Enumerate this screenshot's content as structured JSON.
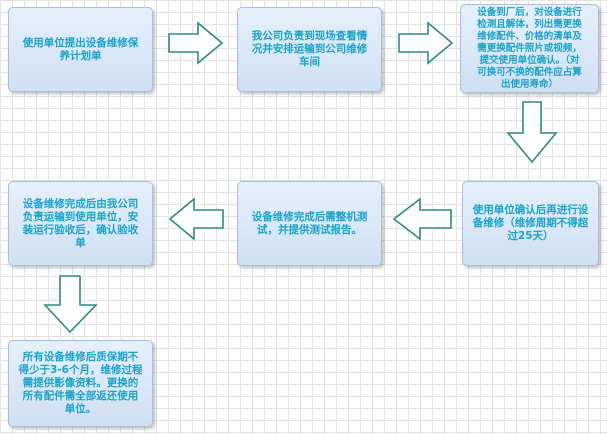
{
  "steps": [
    {
      "id": 1,
      "text": "使用单位提出设备维修保\n养计划单"
    },
    {
      "id": 2,
      "text": "我公司负责到现场查看情\n况并安排运输到公司维修\n车间"
    },
    {
      "id": 3,
      "text": "设备到厂后，对设备进行\n检测且解体，列出需更换\n维修配件、价格的清单及\n需更换配件照片或视频，\n提交使用单位确认。（对\n可换可不换的配件应占算\n出使用寿命）"
    },
    {
      "id": 4,
      "text": "使用单位确认后再进行设\n备维修（维修周期不得超\n过25天）"
    },
    {
      "id": 5,
      "text": "设备维修完成后需整机测\n试，并提供测试报告。"
    },
    {
      "id": 6,
      "text": "设备维修完成后由我公司\n负责运输到使用单位，安\n装运行验收后，确认验收\n单"
    },
    {
      "id": 7,
      "text": "所有设备维修后质保期不\n得少于3-6个月，维修过程\n需提供影像资料。更换的\n所有配件需全部返还使用\n单位。"
    }
  ],
  "colors": {
    "box_fill": "#dbe8f6",
    "text": "#1aa3c9",
    "arrow_stroke": "#2f8a80"
  }
}
